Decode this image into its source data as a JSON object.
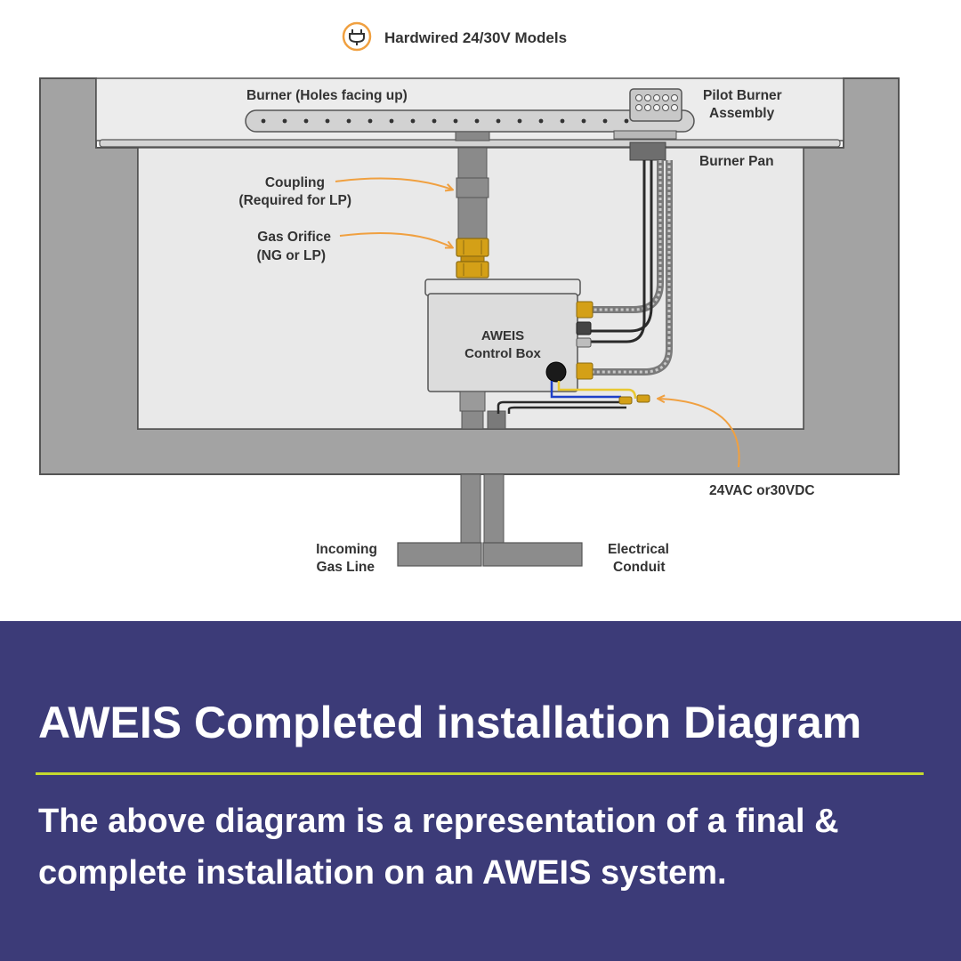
{
  "diagram": {
    "header": {
      "icon": "plug-icon",
      "text": "Hardwired 24/30V Models"
    },
    "labels": {
      "burner": "Burner (Holes facing up)",
      "pilot_line1": "Pilot Burner",
      "pilot_line2": "Assembly",
      "burner_pan": "Burner Pan",
      "coupling_line1": "Coupling",
      "coupling_line2": "(Required for LP)",
      "orifice_line1": "Gas Orifice",
      "orifice_line2": "(NG or LP)",
      "control_box_line1": "AWEIS",
      "control_box_line2": "Control Box",
      "power": "24VAC or30VDC",
      "gas_line1": "Incoming",
      "gas_line2": "Gas Line",
      "conduit_line1": "Electrical",
      "conduit_line2": "Conduit"
    },
    "colors": {
      "accent": "#f0a040",
      "fixture_gray": "#8c8c8c",
      "pan_gray": "#e8e8e8",
      "fitting_brass": "#d4a017",
      "wire_blue": "#1e40c8",
      "wire_yellow": "#e8c832"
    }
  },
  "banner": {
    "title": "AWEIS Completed installation Diagram",
    "body": "The above diagram is a representation of a final & complete installation on an AWEIS system.",
    "colors": {
      "background": "#3c3b78",
      "rule": "#c5d92e",
      "text": "#ffffff"
    }
  }
}
